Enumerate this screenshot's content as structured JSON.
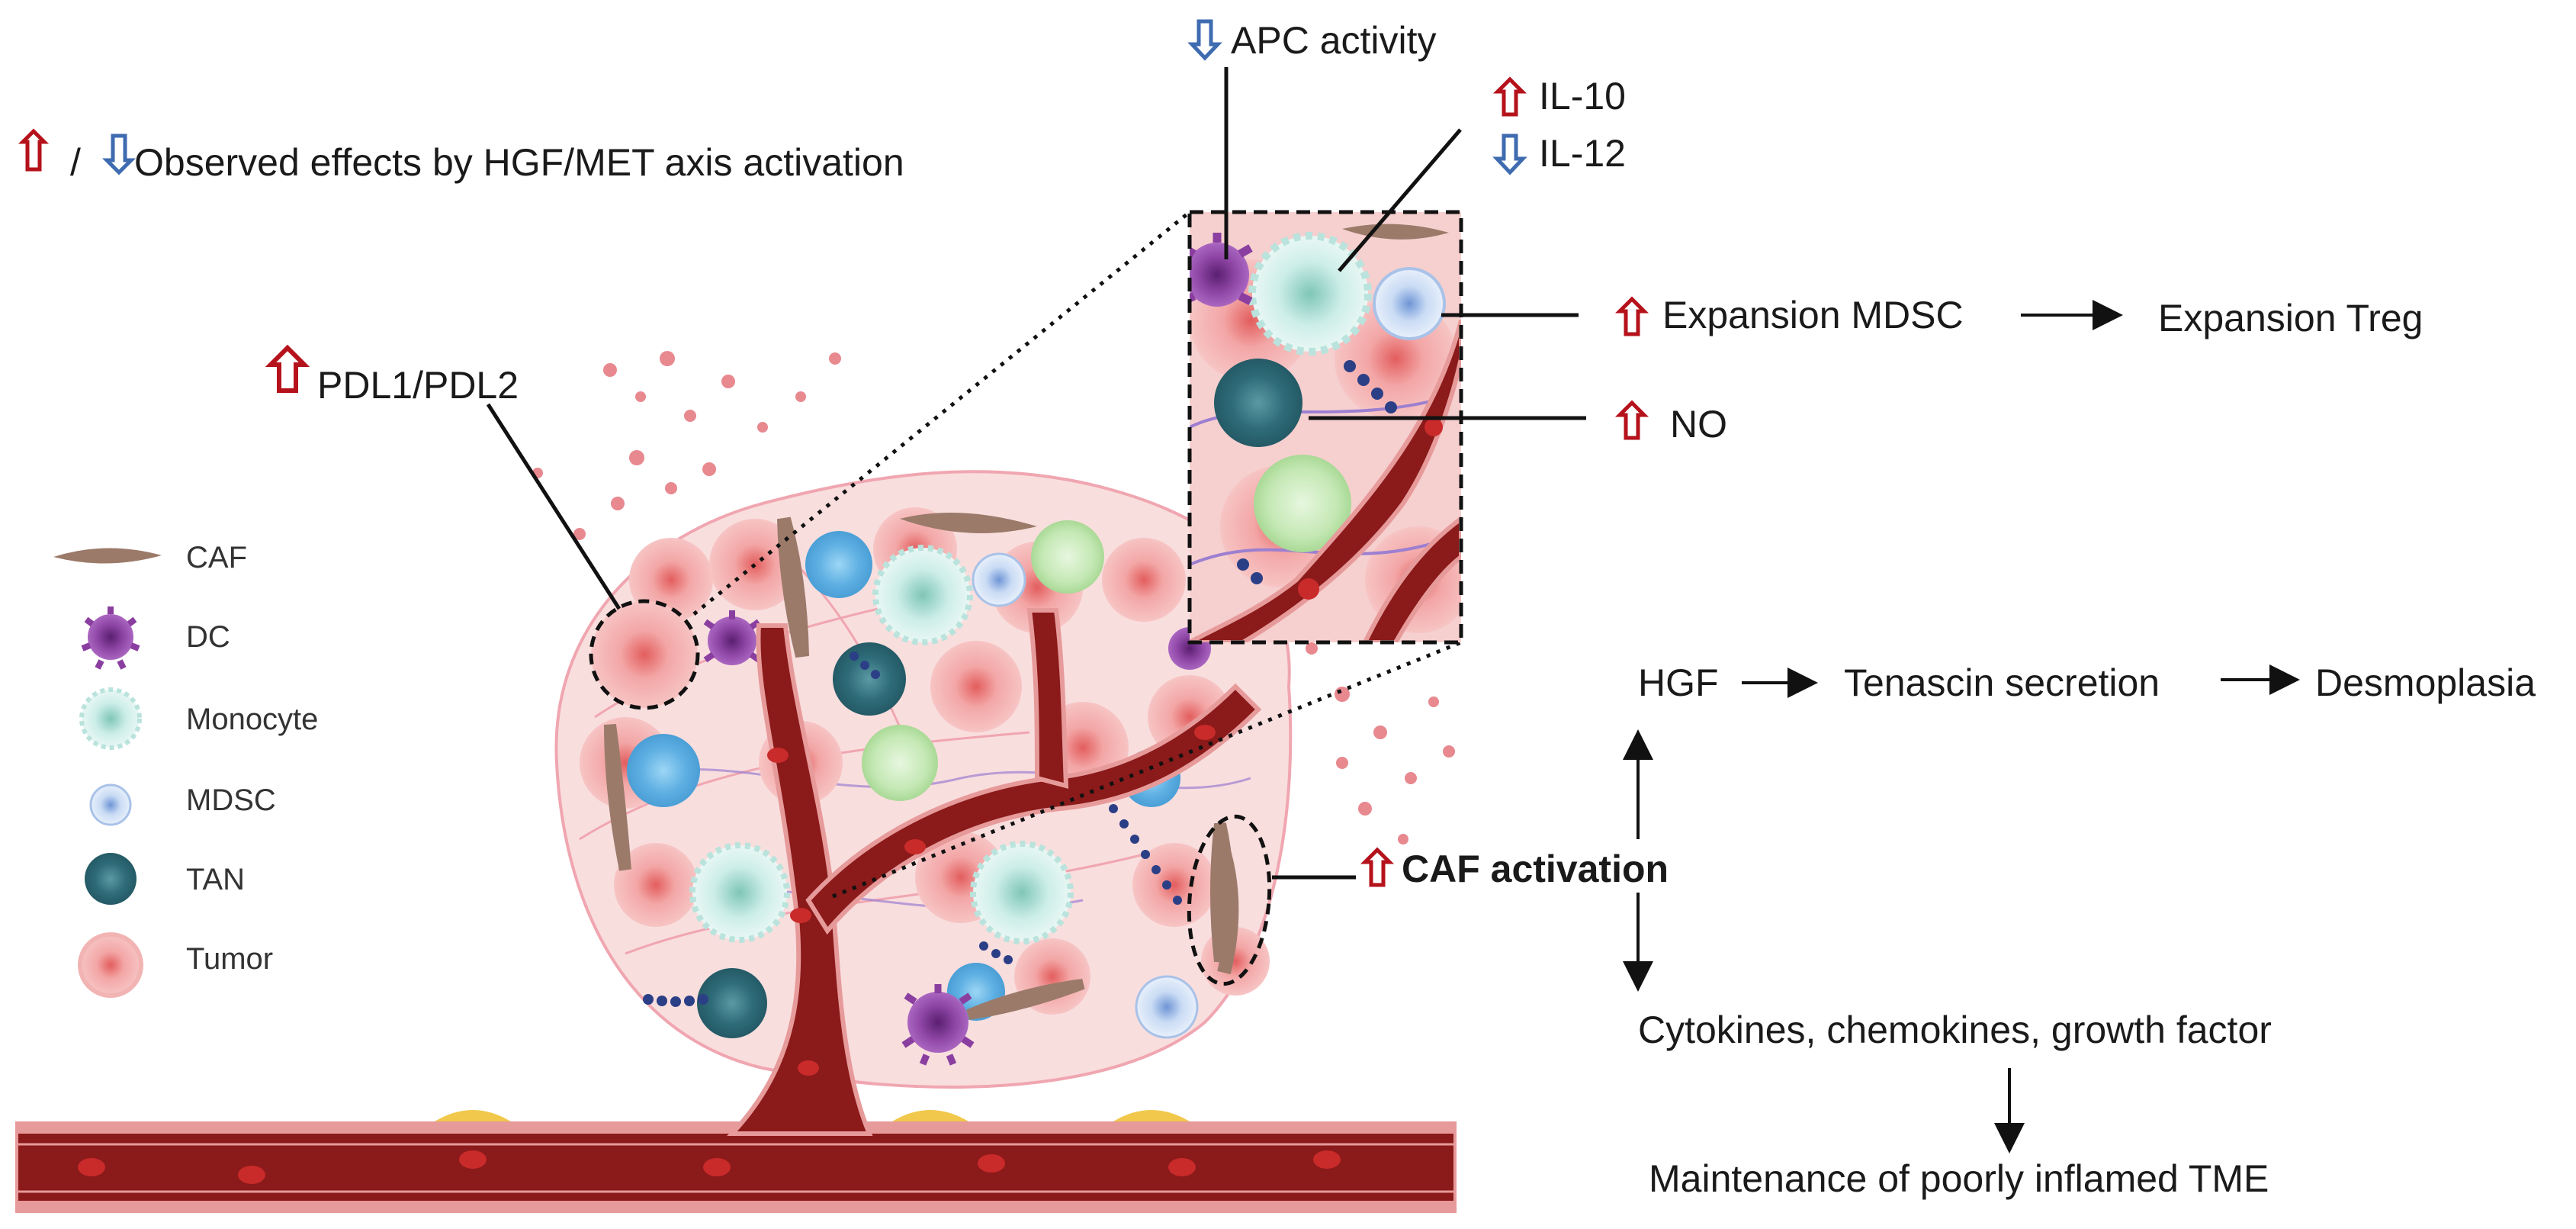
{
  "legend_title": {
    "separator": "/",
    "text": "Observed effects by HGF/MET axis activation"
  },
  "labels": {
    "apc": "APC activity",
    "il10": "IL-10",
    "il12": "IL-12",
    "pdl": "PDL1/PDL2",
    "mdsc_expansion": "Expansion MDSC",
    "treg_expansion": "Expansion Treg",
    "no": "NO",
    "hgf": "HGF",
    "tenascin": "Tenascin secretion",
    "desmoplasia": "Desmoplasia",
    "caf_activation": "CAF activation",
    "cytokines": "Cytokines, chemokines, growth factor",
    "maintenance": "Maintenance of poorly inflamed TME"
  },
  "legend_items": [
    {
      "key": "caf",
      "label": "CAF"
    },
    {
      "key": "dc",
      "label": "DC"
    },
    {
      "key": "monocyte",
      "label": "Monocyte"
    },
    {
      "key": "mdsc",
      "label": "MDSC"
    },
    {
      "key": "tan",
      "label": "TAN"
    },
    {
      "key": "tumor",
      "label": "Tumor"
    }
  ],
  "colors": {
    "up_arrow": "#b5121b",
    "down_arrow": "#3f6bb0",
    "vessel": "#8b1a1a",
    "vessel_edge": "#e79a9a",
    "tumor": "#ef8f8f",
    "dc": "#8a3fa0",
    "monocyte": "#b9e3dc",
    "mdsc": "#c7d9f2",
    "tan": "#3f7f8c",
    "caf": "#9b7a6a",
    "bcell": "#6ab7e6",
    "lightgreen": "#c8eab8"
  }
}
